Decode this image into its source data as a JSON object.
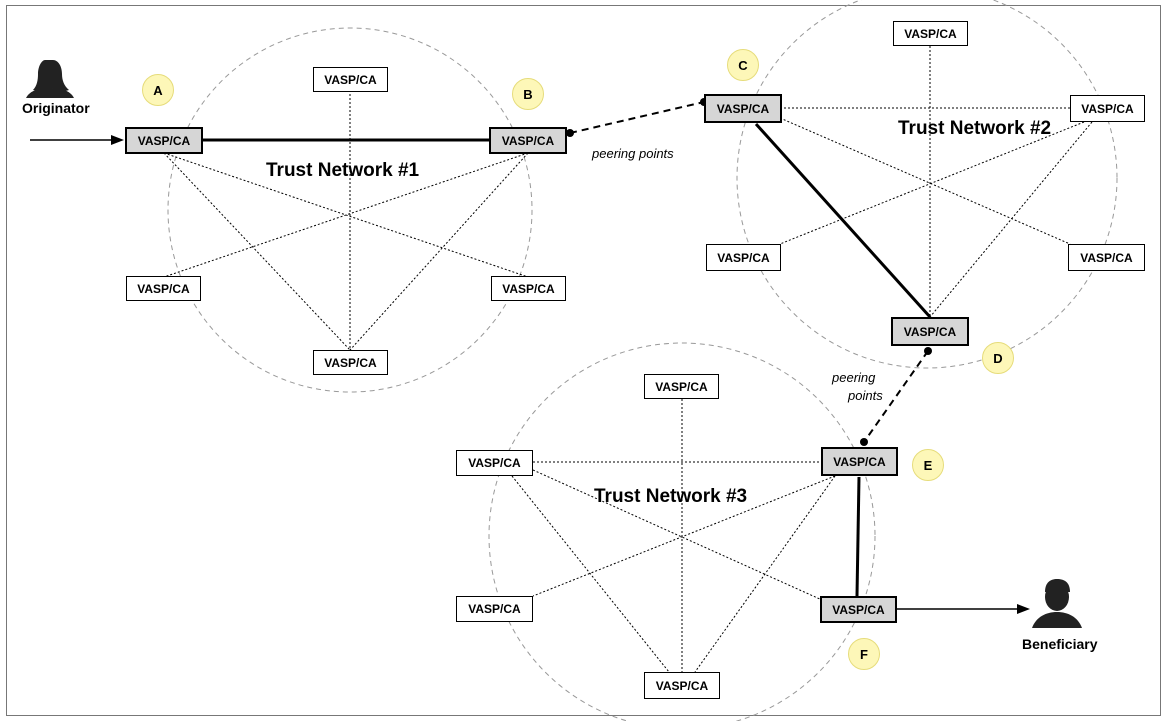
{
  "node_label": "VASP/CA",
  "networks": {
    "n1": {
      "title": "Trust Network #1"
    },
    "n2": {
      "title": "Trust Network #2"
    },
    "n3": {
      "title": "Trust Network #3"
    }
  },
  "badges": {
    "a": "A",
    "b": "B",
    "c": "C",
    "d": "D",
    "e": "E",
    "f": "F"
  },
  "peering": {
    "p1": "peering points",
    "p2_line1": "peering",
    "p2_line2": "points"
  },
  "actors": {
    "originator": "Originator",
    "beneficiary": "Beneficiary"
  },
  "colors": {
    "peer_fill": "#d6d6d6",
    "badge_fill": "#fdf7b8",
    "ring_stroke": "#999999"
  },
  "icons": {
    "originator": "female-person-silhouette-icon",
    "beneficiary": "male-person-silhouette-icon"
  }
}
